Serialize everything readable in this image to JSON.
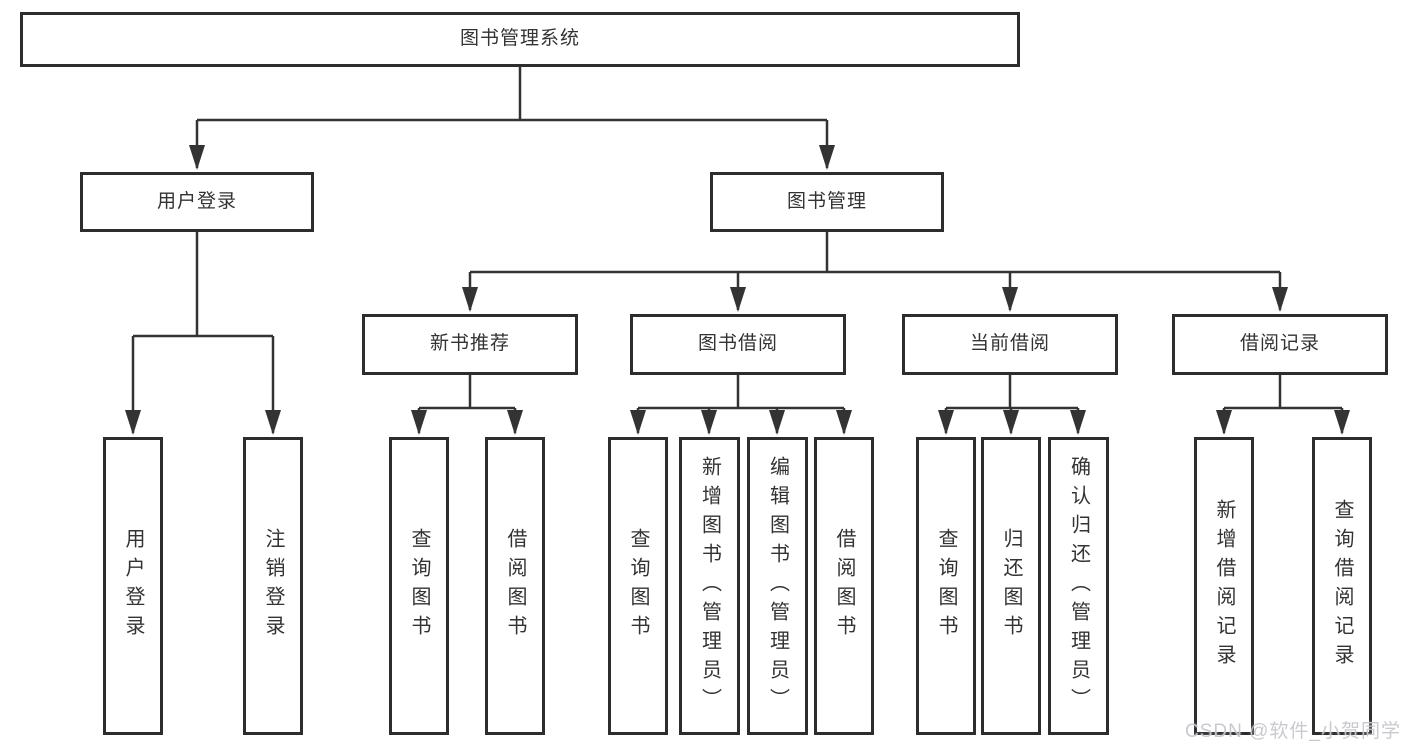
{
  "watermark": "CSDN @软件_小贺同学",
  "colors": {
    "line": "#333333",
    "border": "#2d2d2d",
    "text": "#333333",
    "background": "#ffffff",
    "watermark": "#c4c4cc"
  },
  "tree": {
    "label": "图书管理系统",
    "children": [
      {
        "label": "用户登录",
        "children": [
          {
            "label": "用户登录"
          },
          {
            "label": "注销登录"
          }
        ]
      },
      {
        "label": "图书管理",
        "children": [
          {
            "label": "新书推荐",
            "children": [
              {
                "label": "查询图书"
              },
              {
                "label": "借阅图书"
              }
            ]
          },
          {
            "label": "图书借阅",
            "children": [
              {
                "label": "查询图书"
              },
              {
                "label": "新增图书（管理员）"
              },
              {
                "label": "编辑图书（管理员）"
              },
              {
                "label": "借阅图书"
              }
            ]
          },
          {
            "label": "当前借阅",
            "children": [
              {
                "label": "查询图书"
              },
              {
                "label": "归还图书"
              },
              {
                "label": "确认归还（管理员）"
              }
            ]
          },
          {
            "label": "借阅记录",
            "children": [
              {
                "label": "新增借阅记录"
              },
              {
                "label": "查询借阅记录"
              }
            ]
          }
        ]
      }
    ]
  }
}
